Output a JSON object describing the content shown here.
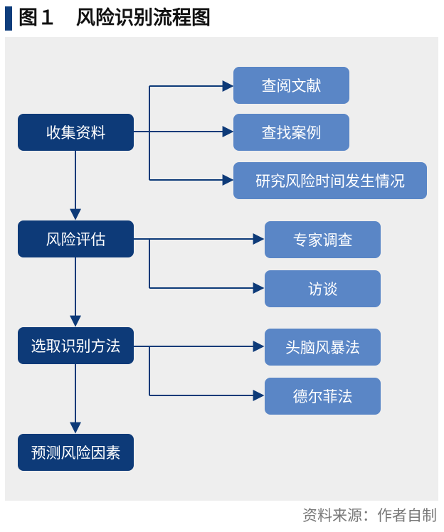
{
  "header": {
    "title": "图１　风险识别流程图"
  },
  "steps": [
    {
      "label": "收集资料"
    },
    {
      "label": "风险评估"
    },
    {
      "label": "选取识别方法"
    },
    {
      "label": "预测风险因素"
    }
  ],
  "collect_methods": [
    {
      "label": "查阅文献"
    },
    {
      "label": "查找案例"
    },
    {
      "label": "研究风险时间发生情况"
    }
  ],
  "assess_methods": [
    {
      "label": "专家调查"
    },
    {
      "label": "访谈"
    }
  ],
  "identify_methods": [
    {
      "label": "头脑风暴法"
    },
    {
      "label": "德尔菲法"
    }
  ],
  "footer": {
    "source": "资料来源：作者自制"
  },
  "colors": {
    "step_box": "#0d3a78",
    "method_box": "#5a86c6",
    "connector": "#0d3a78",
    "panel": "#eeeeee"
  }
}
